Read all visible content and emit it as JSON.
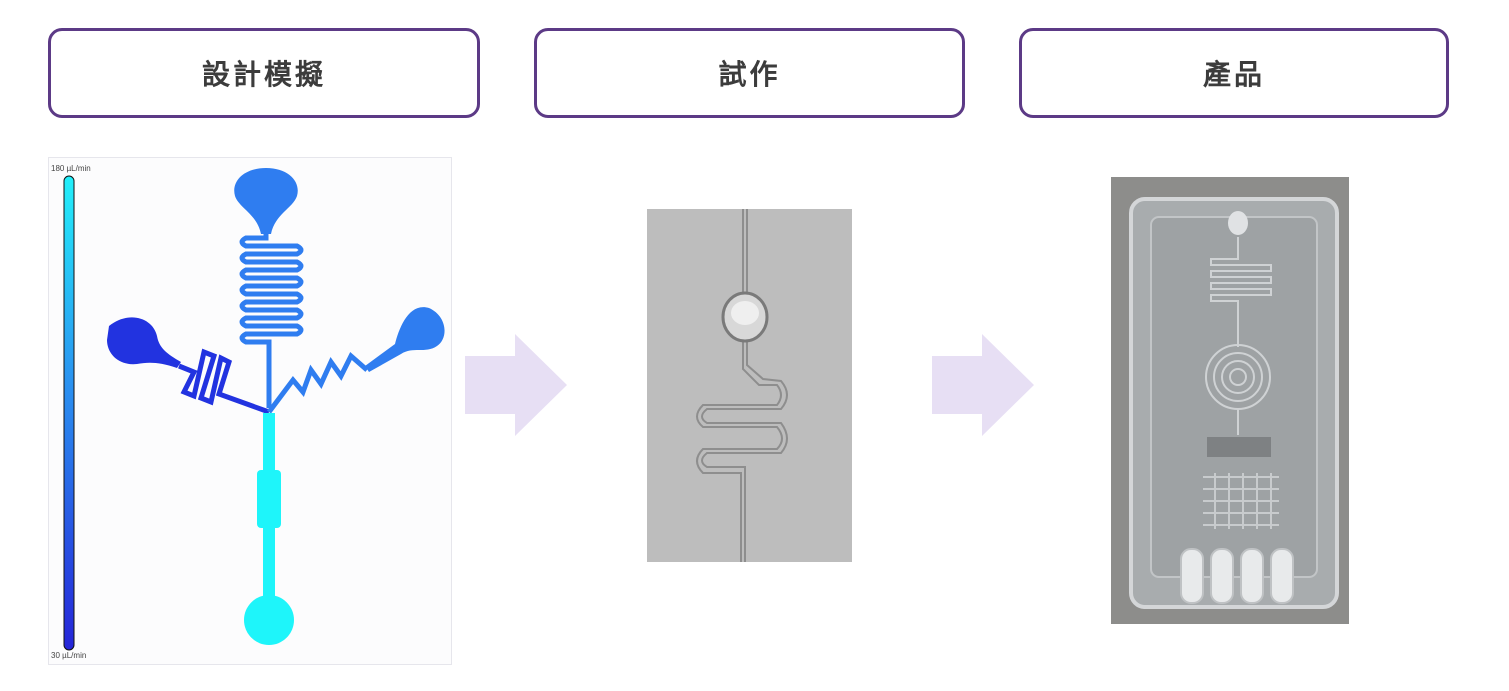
{
  "stages": [
    {
      "label": "設計模擬"
    },
    {
      "label": "試作"
    },
    {
      "label": "產品"
    }
  ],
  "simulation": {
    "scale_max_label": "180 µL/min",
    "scale_min_label": "30 µL/min",
    "colors": {
      "high": "#1ef5fa",
      "mid": "#2f7df0",
      "low": "#2233e0",
      "border": "#5c3a86",
      "arrow": "#e7dff4"
    }
  }
}
